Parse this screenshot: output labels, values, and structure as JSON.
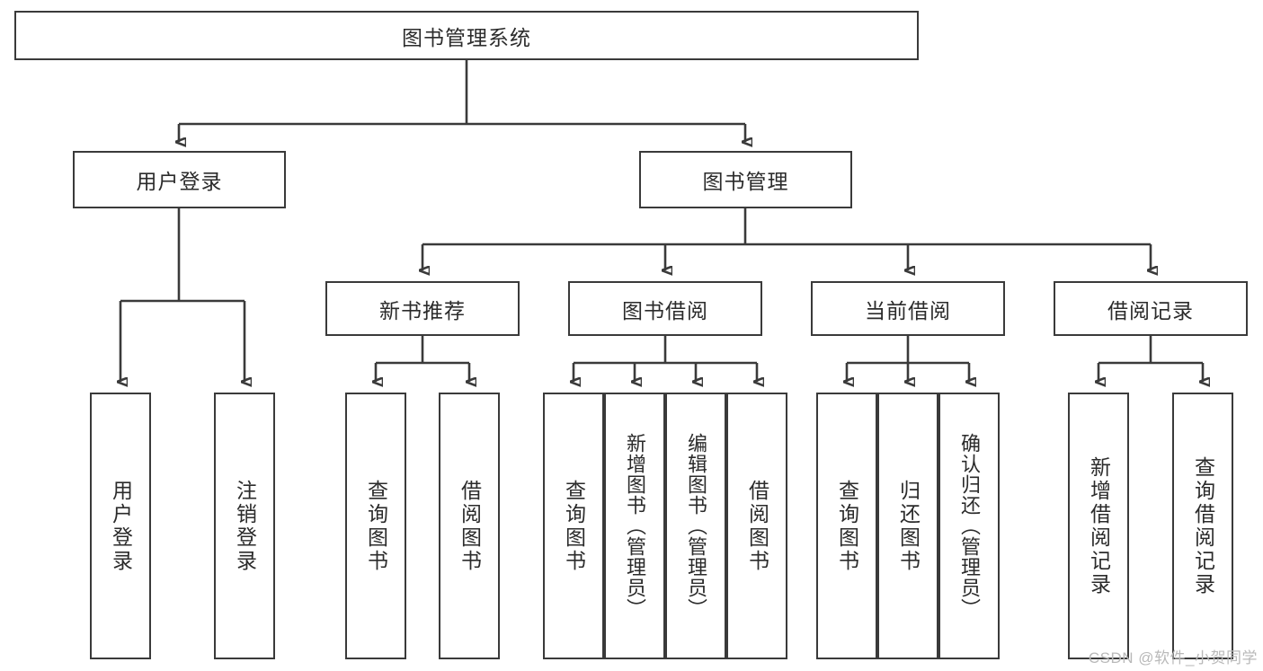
{
  "diagram": {
    "title": "图书管理系统",
    "type": "tree-hierarchy",
    "orientation": "top-down",
    "watermark": "CSDN @软件_小贺同学",
    "colors": {
      "stroke": "#3a3a3a",
      "node_fill": "#ffffff",
      "text": "#2b2b2b",
      "background": "#ffffff",
      "watermark": "#b9b9b9"
    },
    "levels": {
      "root": "图书管理系统",
      "level2": [
        "用户登录",
        "图书管理"
      ],
      "level3": [
        "新书推荐",
        "图书借阅",
        "当前借阅",
        "借阅记录"
      ]
    },
    "nodes": {
      "root": {
        "label": "图书管理系统"
      },
      "user_login": {
        "label": "用户登录"
      },
      "book_manage": {
        "label": "图书管理"
      },
      "new_book_rec": {
        "label": "新书推荐"
      },
      "book_borrow": {
        "label": "图书借阅"
      },
      "current_borrow": {
        "label": "当前借阅"
      },
      "borrow_record": {
        "label": "借阅记录"
      },
      "leaf_user_login": {
        "label": "用户登录"
      },
      "leaf_logout": {
        "label": "注销登录"
      },
      "leaf_query_book_1": {
        "label": "查询图书"
      },
      "leaf_borrow_book_1": {
        "label": "借阅图书"
      },
      "leaf_query_book_2": {
        "label": "查询图书"
      },
      "leaf_add_book": {
        "label": "新增图书（管理员）"
      },
      "leaf_edit_book": {
        "label": "编辑图书（管理员）"
      },
      "leaf_borrow_book_2": {
        "label": "借阅图书"
      },
      "leaf_query_book_3": {
        "label": "查询图书"
      },
      "leaf_return_book": {
        "label": "归还图书"
      },
      "leaf_confirm_return": {
        "label": "确认归还（管理员）"
      },
      "leaf_add_record": {
        "label": "新增借阅记录"
      },
      "leaf_query_record": {
        "label": "查询借阅记录"
      }
    },
    "edges": [
      {
        "from": "root",
        "to": "user_login"
      },
      {
        "from": "root",
        "to": "book_manage"
      },
      {
        "from": "user_login",
        "to": "leaf_user_login"
      },
      {
        "from": "user_login",
        "to": "leaf_logout"
      },
      {
        "from": "book_manage",
        "to": "new_book_rec"
      },
      {
        "from": "book_manage",
        "to": "book_borrow"
      },
      {
        "from": "book_manage",
        "to": "current_borrow"
      },
      {
        "from": "book_manage",
        "to": "borrow_record"
      },
      {
        "from": "new_book_rec",
        "to": "leaf_query_book_1"
      },
      {
        "from": "new_book_rec",
        "to": "leaf_borrow_book_1"
      },
      {
        "from": "book_borrow",
        "to": "leaf_query_book_2"
      },
      {
        "from": "book_borrow",
        "to": "leaf_add_book"
      },
      {
        "from": "book_borrow",
        "to": "leaf_edit_book"
      },
      {
        "from": "book_borrow",
        "to": "leaf_borrow_book_2"
      },
      {
        "from": "current_borrow",
        "to": "leaf_query_book_3"
      },
      {
        "from": "current_borrow",
        "to": "leaf_return_book"
      },
      {
        "from": "current_borrow",
        "to": "leaf_confirm_return"
      },
      {
        "from": "borrow_record",
        "to": "leaf_add_record"
      },
      {
        "from": "borrow_record",
        "to": "leaf_query_record"
      }
    ]
  }
}
